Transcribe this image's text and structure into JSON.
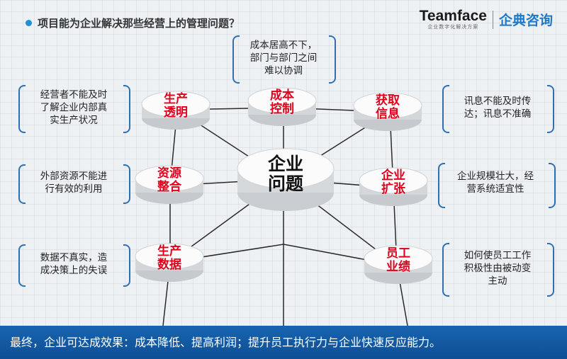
{
  "header": {
    "title": "项目能为企业解决那些经营上的管理问题？",
    "brand_name": "Teamface",
    "brand_tagline": "企业数字化解决方案",
    "brand_cn": "企典咨询"
  },
  "center": {
    "line1": "企业",
    "line2": "问题"
  },
  "nodes": {
    "shengchan_toumingline1": "生产",
    "shengchan_toumingline2": "透明",
    "chengben_line1": "成本",
    "chengben_line2": "控制",
    "huoqu_line1": "获取",
    "huoqu_line2": "信息",
    "ziyuan_line1": "资源",
    "ziyuan_line2": "整合",
    "kuozhang_line1": "企业",
    "kuozhang_line2": "扩张",
    "shuju_line1": "生产",
    "shuju_line2": "数据",
    "yuangong_line1": "员工",
    "yuangong_line2": "业绩"
  },
  "notes": {
    "top_l1": "成本居高不下，",
    "top_l2": "部门与部门之间",
    "top_l3": "难以协调",
    "left1_l1": "经营者不能及时",
    "left1_l2": "了解企业内部真",
    "left1_l3": "实生产状况",
    "left2_l1": "外部资源不能进",
    "left2_l2": "行有效的利用",
    "left3_l1": "数据不真实，造",
    "left3_l2": "成决策上的失误",
    "right1_l1": "讯息不能及时传",
    "right1_l2": "达；讯息不准确",
    "right2_l1": "企业规模壮大，经",
    "right2_l2": "营系统适宜性",
    "right3_l1": "如何使员工工作",
    "right3_l2": "积极性由被动变",
    "right3_l3": "主动"
  },
  "footer": {
    "text": "最终，企业可达成效果：成本降低、提高利润；提升员工执行力与企业快速反应能力。"
  },
  "colors": {
    "accent": "#1e78c8",
    "node_text": "#e0001b",
    "brace": "#2f6fb4",
    "footer": "#1763b0"
  }
}
